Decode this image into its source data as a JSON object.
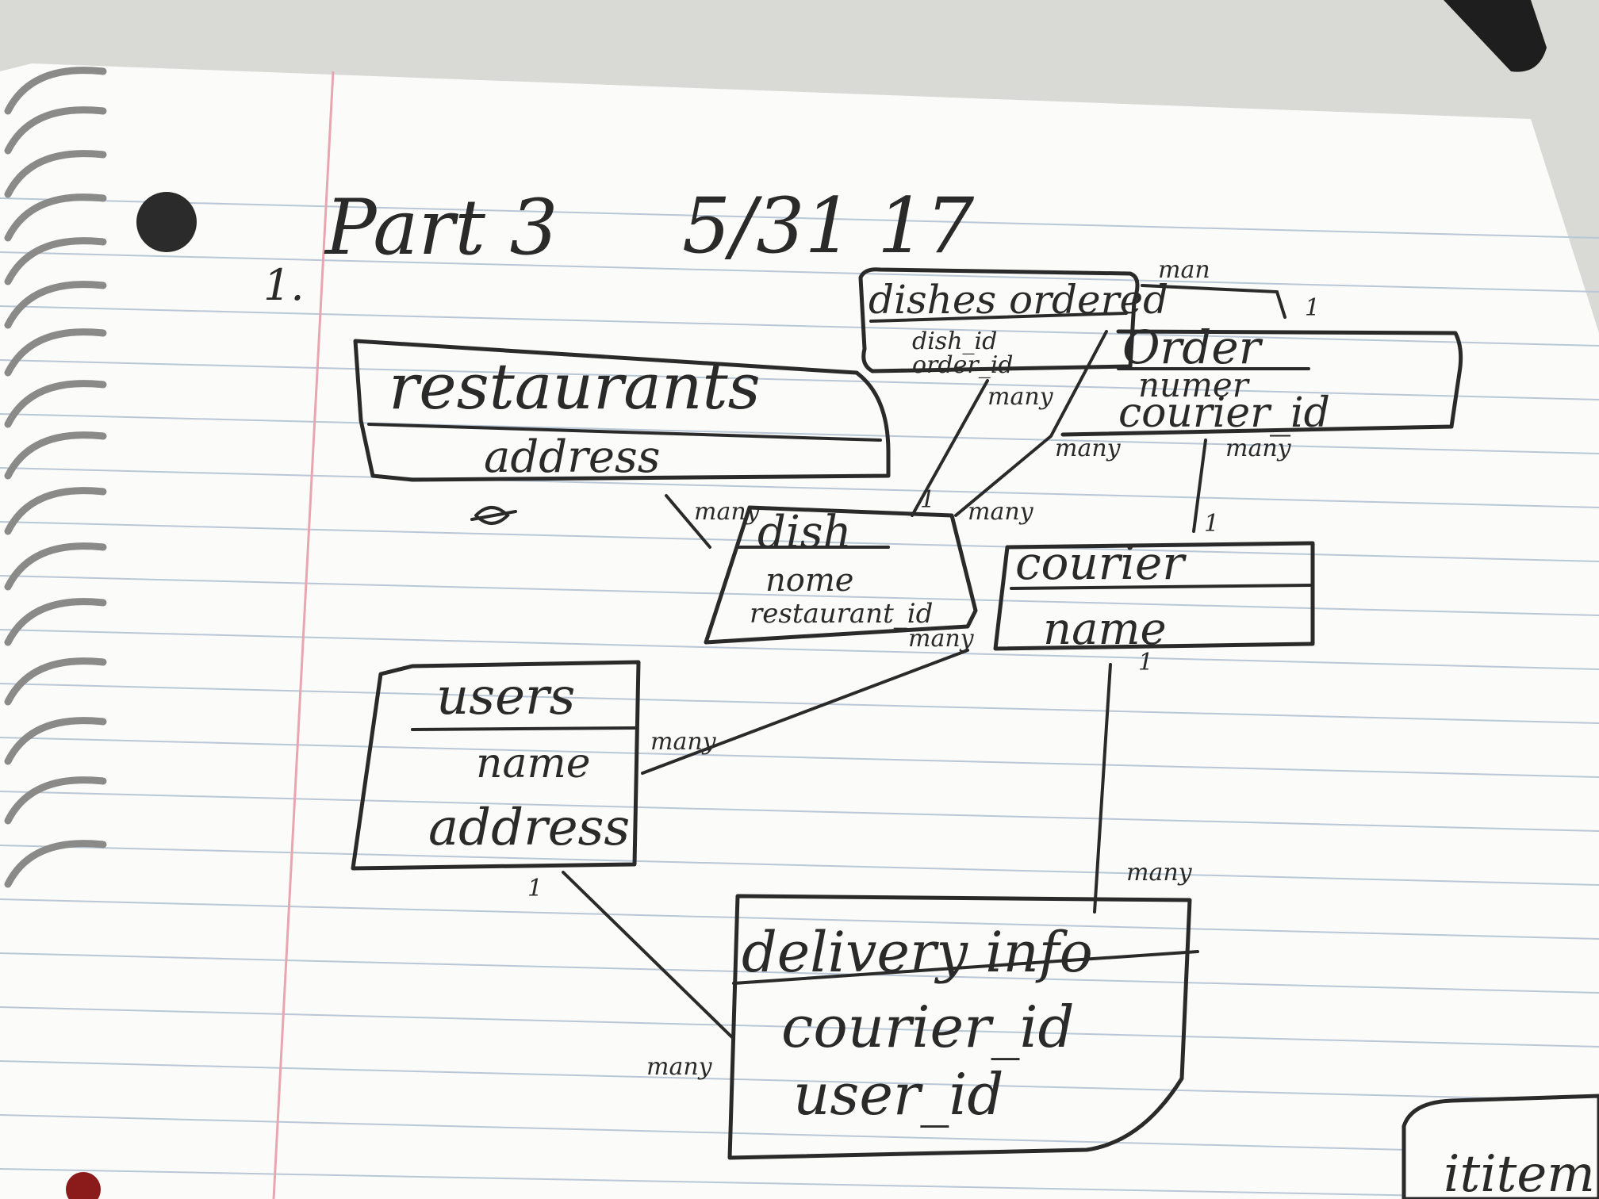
{
  "heading": {
    "title": "Part 3",
    "date": "5/31 17",
    "item_number": "1."
  },
  "entities": {
    "dishes_ordered": {
      "title": "dishes ordered",
      "fields": [
        "dish_id",
        "order_id"
      ]
    },
    "order": {
      "title": "Order",
      "fields": [
        "numer",
        "courier_id"
      ]
    },
    "restaurants": {
      "title": "restaurants",
      "fields": [
        "address"
      ]
    },
    "dish": {
      "title": "dish",
      "fields": [
        "nome",
        "restaurant_id"
      ]
    },
    "courier": {
      "title": "courier",
      "fields": [
        "name"
      ]
    },
    "users": {
      "title": "users",
      "fields": [
        "name",
        "address"
      ]
    },
    "delivery_info": {
      "title": "delivery info",
      "fields": [
        "courier_id",
        "user_id"
      ]
    }
  },
  "cardinality": {
    "dishes_order_top": "man",
    "dishes_order_one": "1",
    "dishes_to_dish": "many",
    "order_to_dish": "many",
    "order_near_dish_many": "many",
    "order_to_courier": "many",
    "restaurant_to_dish": "many",
    "dish_one_a": "1",
    "courier_one": "1",
    "courier_to_users": "many",
    "users_many": "many",
    "courier_one_b": "1",
    "delivery_many_top": "many",
    "users_one": "1",
    "delivery_many_left": "many"
  },
  "corner_fragment": "ititem",
  "colors": {
    "ink": "#2a2a2a",
    "paper": "#fbfbf9",
    "margin_line": "#e7a6b0",
    "rule_line": "#b9c7d6",
    "spiral": "#8a8a88"
  }
}
